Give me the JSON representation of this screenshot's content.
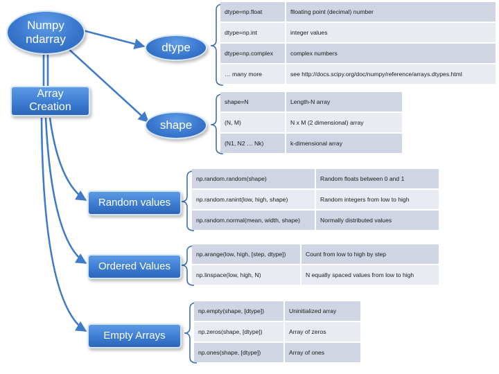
{
  "nodes": {
    "numpy": "Numpy\nndarray",
    "dtype": "dtype",
    "shape": "shape",
    "array_creation": "Array\nCreation",
    "random": "Random values",
    "ordered": "Ordered Values",
    "empty": "Empty Arrays"
  },
  "tables": {
    "dtype": [
      [
        "dtype=np.float",
        "flloating point (decimal) number"
      ],
      [
        "dtype=np.int",
        "integer values"
      ],
      [
        "dtype=np.complex",
        "complex numbers"
      ],
      [
        "… many more",
        "see http://docs.scipy.org/doc/numpy/reference/arrays.dtypes.html"
      ]
    ],
    "shape": [
      [
        "shape=N",
        "Length-N array"
      ],
      [
        "(N, M)",
        "N x M (2 dimensional) array"
      ],
      [
        "(N1, N2 … Nk)",
        "k-dimensional array"
      ]
    ],
    "random": [
      [
        "np.random.random(shape)",
        "Random floats between 0 and 1"
      ],
      [
        "np.random.ranint(low, high, shape)",
        "Random integers from low to high"
      ],
      [
        "np.random.normal(mean, width, shape)",
        "Normally distributed values"
      ]
    ],
    "ordered": [
      [
        "np.arange(low, high, [step, dtype])",
        "Count from low to high by step"
      ],
      [
        "np.linspace(low, high, N)",
        "N equally spaced values from low to high"
      ]
    ],
    "empty": [
      [
        "np.empty(shape, [dtype])",
        "Uninitialized array"
      ],
      [
        "np.zeros(shape, [dtype])",
        "Array of zeros"
      ],
      [
        "np.ones(shape, [dtype])",
        "Array of ones"
      ]
    ]
  },
  "colors": {
    "node_fill": "#3a79cf",
    "connector": "#3f7bc9",
    "table_row_dark": "#d0d5e3",
    "table_row_light": "#e9ebf2",
    "bracket": "#3a6db5"
  }
}
